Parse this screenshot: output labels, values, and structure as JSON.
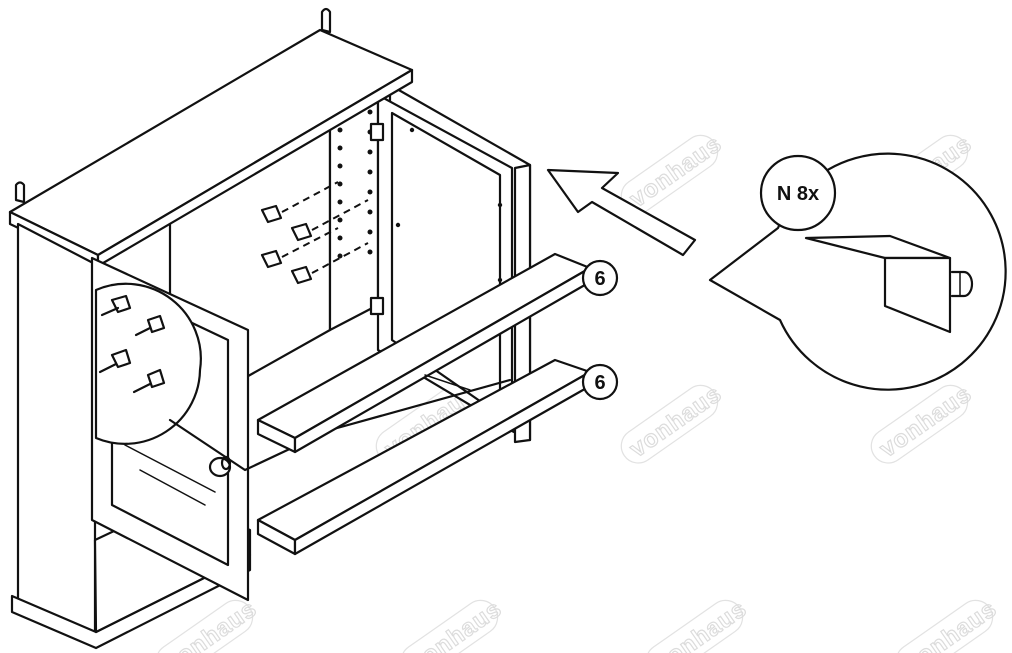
{
  "watermark": {
    "text": "vonhaus"
  },
  "callouts": {
    "shelf_top_number": "6",
    "shelf_bottom_number": "6",
    "part_label": "N 8x"
  },
  "colors": {
    "line": "#111111",
    "background": "#ffffff",
    "watermark": "#dcdcdc"
  },
  "icons": {
    "shelf_support_pin": "shelf-pin-icon",
    "direction_arrow": "arrow-icon"
  }
}
